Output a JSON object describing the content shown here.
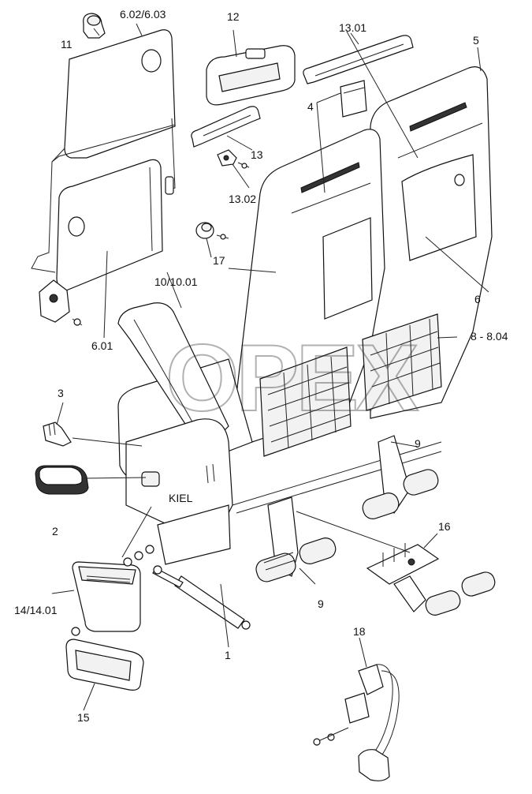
{
  "labels": {
    "l11": "11",
    "l602": "6.02/6.03",
    "l12": "12",
    "l1301": "13.01",
    "l5": "5",
    "l4": "4",
    "l13": "13",
    "l1302": "13.02",
    "l17": "17",
    "l1001": "10/10.01",
    "l6": "6",
    "l601": "6.01",
    "l8": "8 - 8.04",
    "l3": "3",
    "l9a": "9",
    "l2": "2",
    "l16": "16",
    "l9b": "9",
    "l1401": "14/14.01",
    "l1": "1",
    "l18": "18",
    "l15": "15"
  },
  "watermark": "OPEX",
  "seat_badge": "KIEL"
}
